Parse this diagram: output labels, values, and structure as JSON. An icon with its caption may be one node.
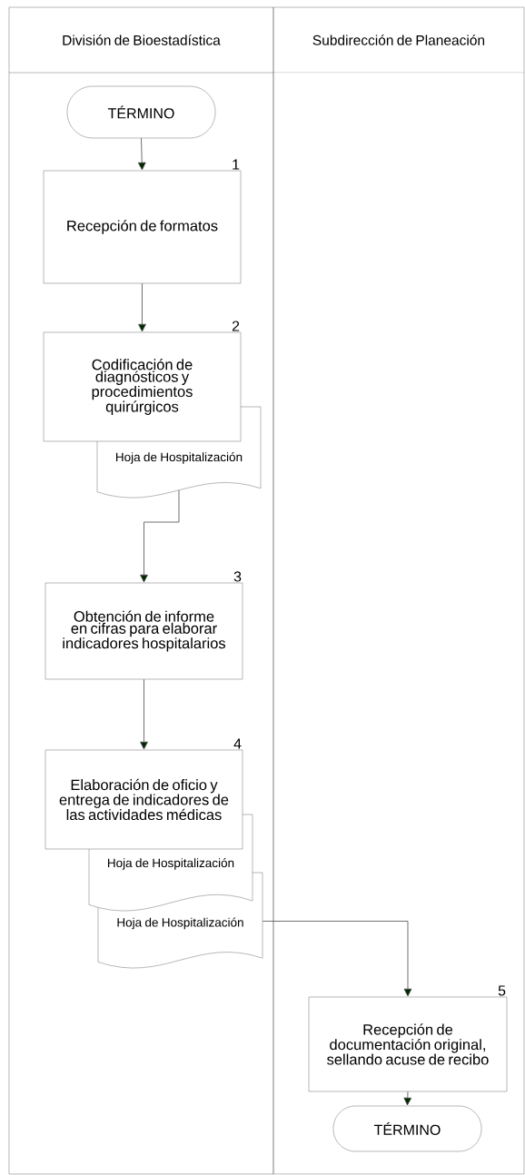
{
  "diagram": {
    "nodes": [
      {
        "text": [
          "División de Bioestadística"
        ]
      },
      {
        "text": [
          "Subdirección de Planeación"
        ]
      },
      {
        "text": [
          "TÉRMINO"
        ],
        "in": 0
      },
      {
        "text": [
          "Recepción de formatos"
        ],
        "beside": [
          "1"
        ],
        "in": 0
      },
      {
        "text": [
          "Codificación de diagnósticos y procedimientos quirúrgicos"
        ],
        "beside": [
          "2"
        ],
        "in": 0
      },
      {
        "text": [
          "Hoja de Hospitalización"
        ],
        "in": 0
      },
      {
        "text": [
          "Obtención de informe en cifras para elaborar indicadores hospitalarios"
        ],
        "beside": [
          "3"
        ],
        "in": 0
      },
      {
        "text": [
          "Elaboración de oficio y entrega de indicadores de las actividades médicas"
        ],
        "beside": [
          "4"
        ],
        "in": 0
      },
      {
        "text": [
          "Hoja de Hospitalización"
        ],
        "in": 0
      },
      {
        "text": [
          "Hoja de Hospitalización"
        ],
        "in": 0
      },
      {
        "text": [
          "Recepción de documentación original, sellando acuse de recibo"
        ],
        "beside": [
          "5"
        ],
        "in": 1
      },
      {
        "text": [
          "TÉRMINO"
        ],
        "in": 1
      }
    ],
    "edges": [
      {
        "from": 2,
        "to": 3,
        "arrow": "to"
      },
      {
        "from": 3,
        "to": 4,
        "arrow": "to"
      },
      {
        "from": 5,
        "to": 6,
        "arrow": "to"
      },
      {
        "from": 6,
        "to": 7,
        "arrow": "to"
      },
      {
        "from": 9,
        "to": 10,
        "arrow": "to"
      },
      {
        "from": 10,
        "to": 11,
        "arrow": "to"
      }
    ]
  }
}
